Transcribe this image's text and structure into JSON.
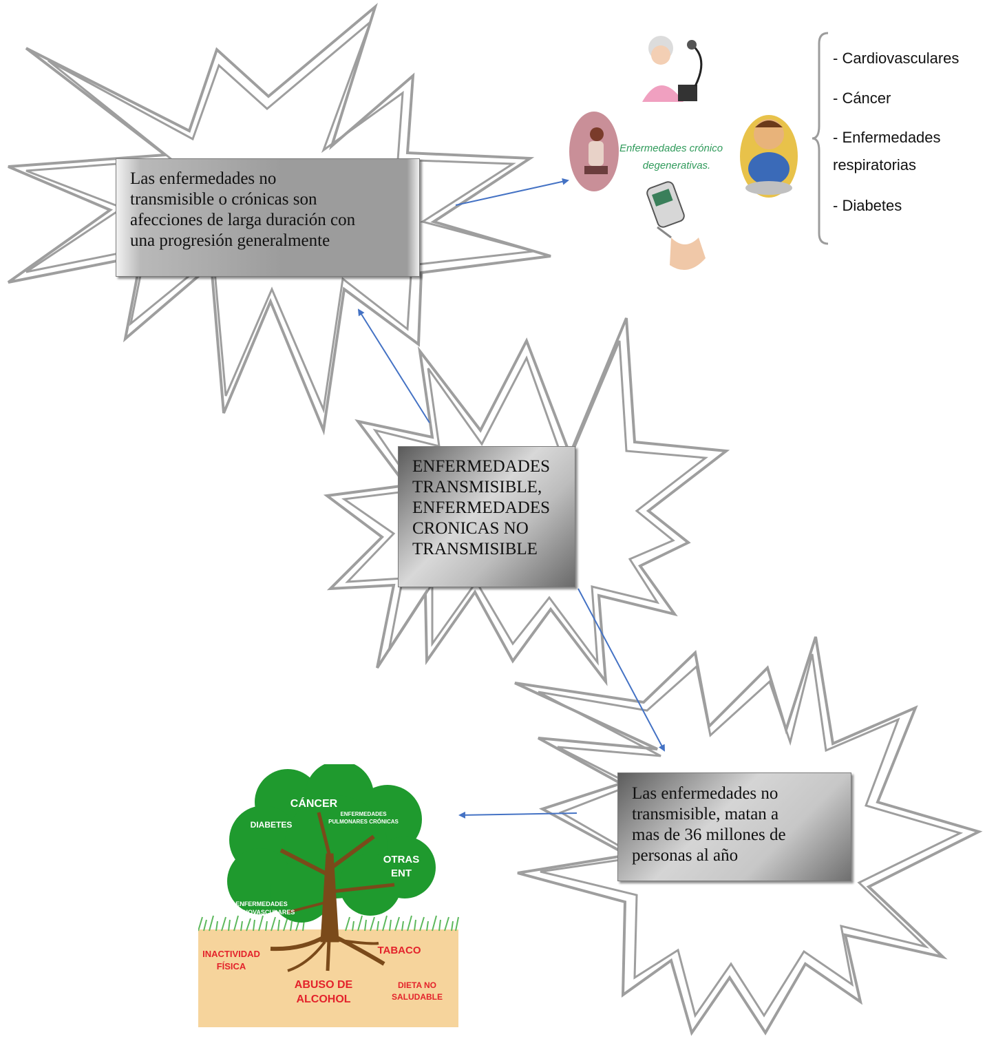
{
  "box_top": {
    "lines": [
      "Las enfermedades no",
      "transmisible o crónicas son",
      "afecciones de larga duración con",
      "una progresión generalmente"
    ]
  },
  "box_center": {
    "lines": [
      "ENFERMEDADES",
      "TRANSMISIBLE,",
      "ENFERMEDADES",
      "CRONICAS NO",
      "TRANSMISIBLE"
    ]
  },
  "box_bottom": {
    "lines": [
      "Las enfermedades no",
      "transmisible, matan a",
      "mas de 36 millones de",
      "personas al año"
    ]
  },
  "illustration": {
    "caption_line1": "Enfermedades crónico",
    "caption_line2": "degenerativas."
  },
  "disease_list": [
    "- Cardiovasculares",
    "- Cáncer",
    "- Enfermedades",
    "respiratorias",
    "- Diabetes"
  ],
  "tree": {
    "crown_labels": {
      "cancer": "CÁNCER",
      "diabetes": "DIABETES",
      "pulmonary_line1": "ENFERMEDADES",
      "pulmonary_line2": "PULMONARES CRÓNICAS",
      "others_line1": "OTRAS",
      "others_line2": "ENT",
      "cardio_line1": "ENFERMEDADES",
      "cardio_line2": "CARDIOVASCULARES"
    },
    "root_labels": {
      "inactivity_line1": "INACTIVIDAD",
      "inactivity_line2": "FÍSICA",
      "tobacco": "TABACO",
      "alcohol_line1": "ABUSO DE",
      "alcohol_line2": "ALCOHOL",
      "diet_line1": "DIETA NO",
      "diet_line2": "SALUDABLE"
    }
  },
  "colors": {
    "arrow": "#4472c4",
    "burst_stroke": "#9e9e9e",
    "tree_green": "#1f9a2e",
    "trunk": "#7a4a1a",
    "soil": "#f6d49c",
    "root_text": "#e3222b"
  }
}
